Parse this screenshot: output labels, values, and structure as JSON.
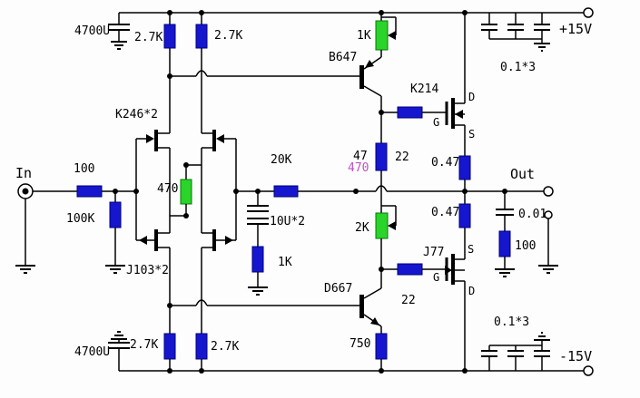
{
  "colors": {
    "wire": "#000000",
    "resistor_body": "#1616ce",
    "resistor_border": "#00007a",
    "pot_body": "#2bd42b",
    "pot_border": "#067806",
    "label_text": "#000000",
    "modified_value": "#c050c8",
    "background": "#fdfdfd"
  },
  "terminals": {
    "input": "In",
    "output": "Out"
  },
  "power": {
    "positive": "+15V",
    "negative": "-15V"
  },
  "capacitors": {
    "bulk_top": "4700U",
    "bulk_bottom": "4700U",
    "decoupling_top": "0.1*3",
    "decoupling_bottom": "0.1*3",
    "feedback": "10U*2",
    "zobel": "0.01"
  },
  "resistors": {
    "input_series": "100",
    "input_shunt": "100K",
    "drain_top_left": "2.7K",
    "drain_top_right": "2.7K",
    "drain_bottom_left": "2.7K",
    "drain_bottom_right": "2.7K",
    "source_link": "470",
    "feedback": "20K",
    "feedback_ground": "1K",
    "bias_original": "47",
    "bias_modified": "470",
    "gate_top": "22",
    "gate_bottom": "22",
    "output_top": "0.47",
    "output_bottom": "0.47",
    "zobel": "100",
    "emitter": "750"
  },
  "potentiometers": {
    "top": "1K",
    "bias": "2K"
  },
  "transistors": {
    "input_pair_top": "K246*2",
    "input_pair_bottom": "J103*2",
    "driver_top": "B647",
    "driver_bottom": "D667",
    "output_top": "K214",
    "output_bottom": "J77"
  },
  "pins": {
    "drain": "D",
    "gate": "G",
    "source": "S"
  }
}
